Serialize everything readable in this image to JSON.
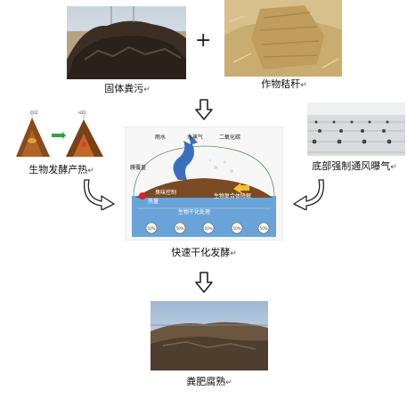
{
  "nodes": {
    "manure": {
      "label": "固体粪污",
      "mark": "↵"
    },
    "straw": {
      "label": "作物秸秆",
      "mark": "↵"
    },
    "heat": {
      "label": "生物发酵产热",
      "mark": "↵"
    },
    "aeration": {
      "label": "底部强制通风曝气",
      "mark": "↵"
    },
    "process": {
      "label": "快速干化发酵",
      "mark": "↵"
    },
    "compost": {
      "label": "粪肥腐熟",
      "mark": "↵"
    }
  },
  "operator": "+",
  "process_diagram": {
    "rain": "雨水",
    "vapor": "水蒸气",
    "co2": "二氧化碳",
    "membrane": "膜覆盖",
    "odor": "臭味控制",
    "heat": "热量",
    "degradation": "生物复合体降解",
    "drying": "生物干化处理",
    "gauges": [
      "50%",
      "50%",
      "50%",
      "50%",
      "50%"
    ]
  },
  "colors": {
    "pile": "#7a4a22",
    "water": "#6aa3d8",
    "arrow_fill": "#ffffff",
    "arrow_stroke": "#222222"
  }
}
